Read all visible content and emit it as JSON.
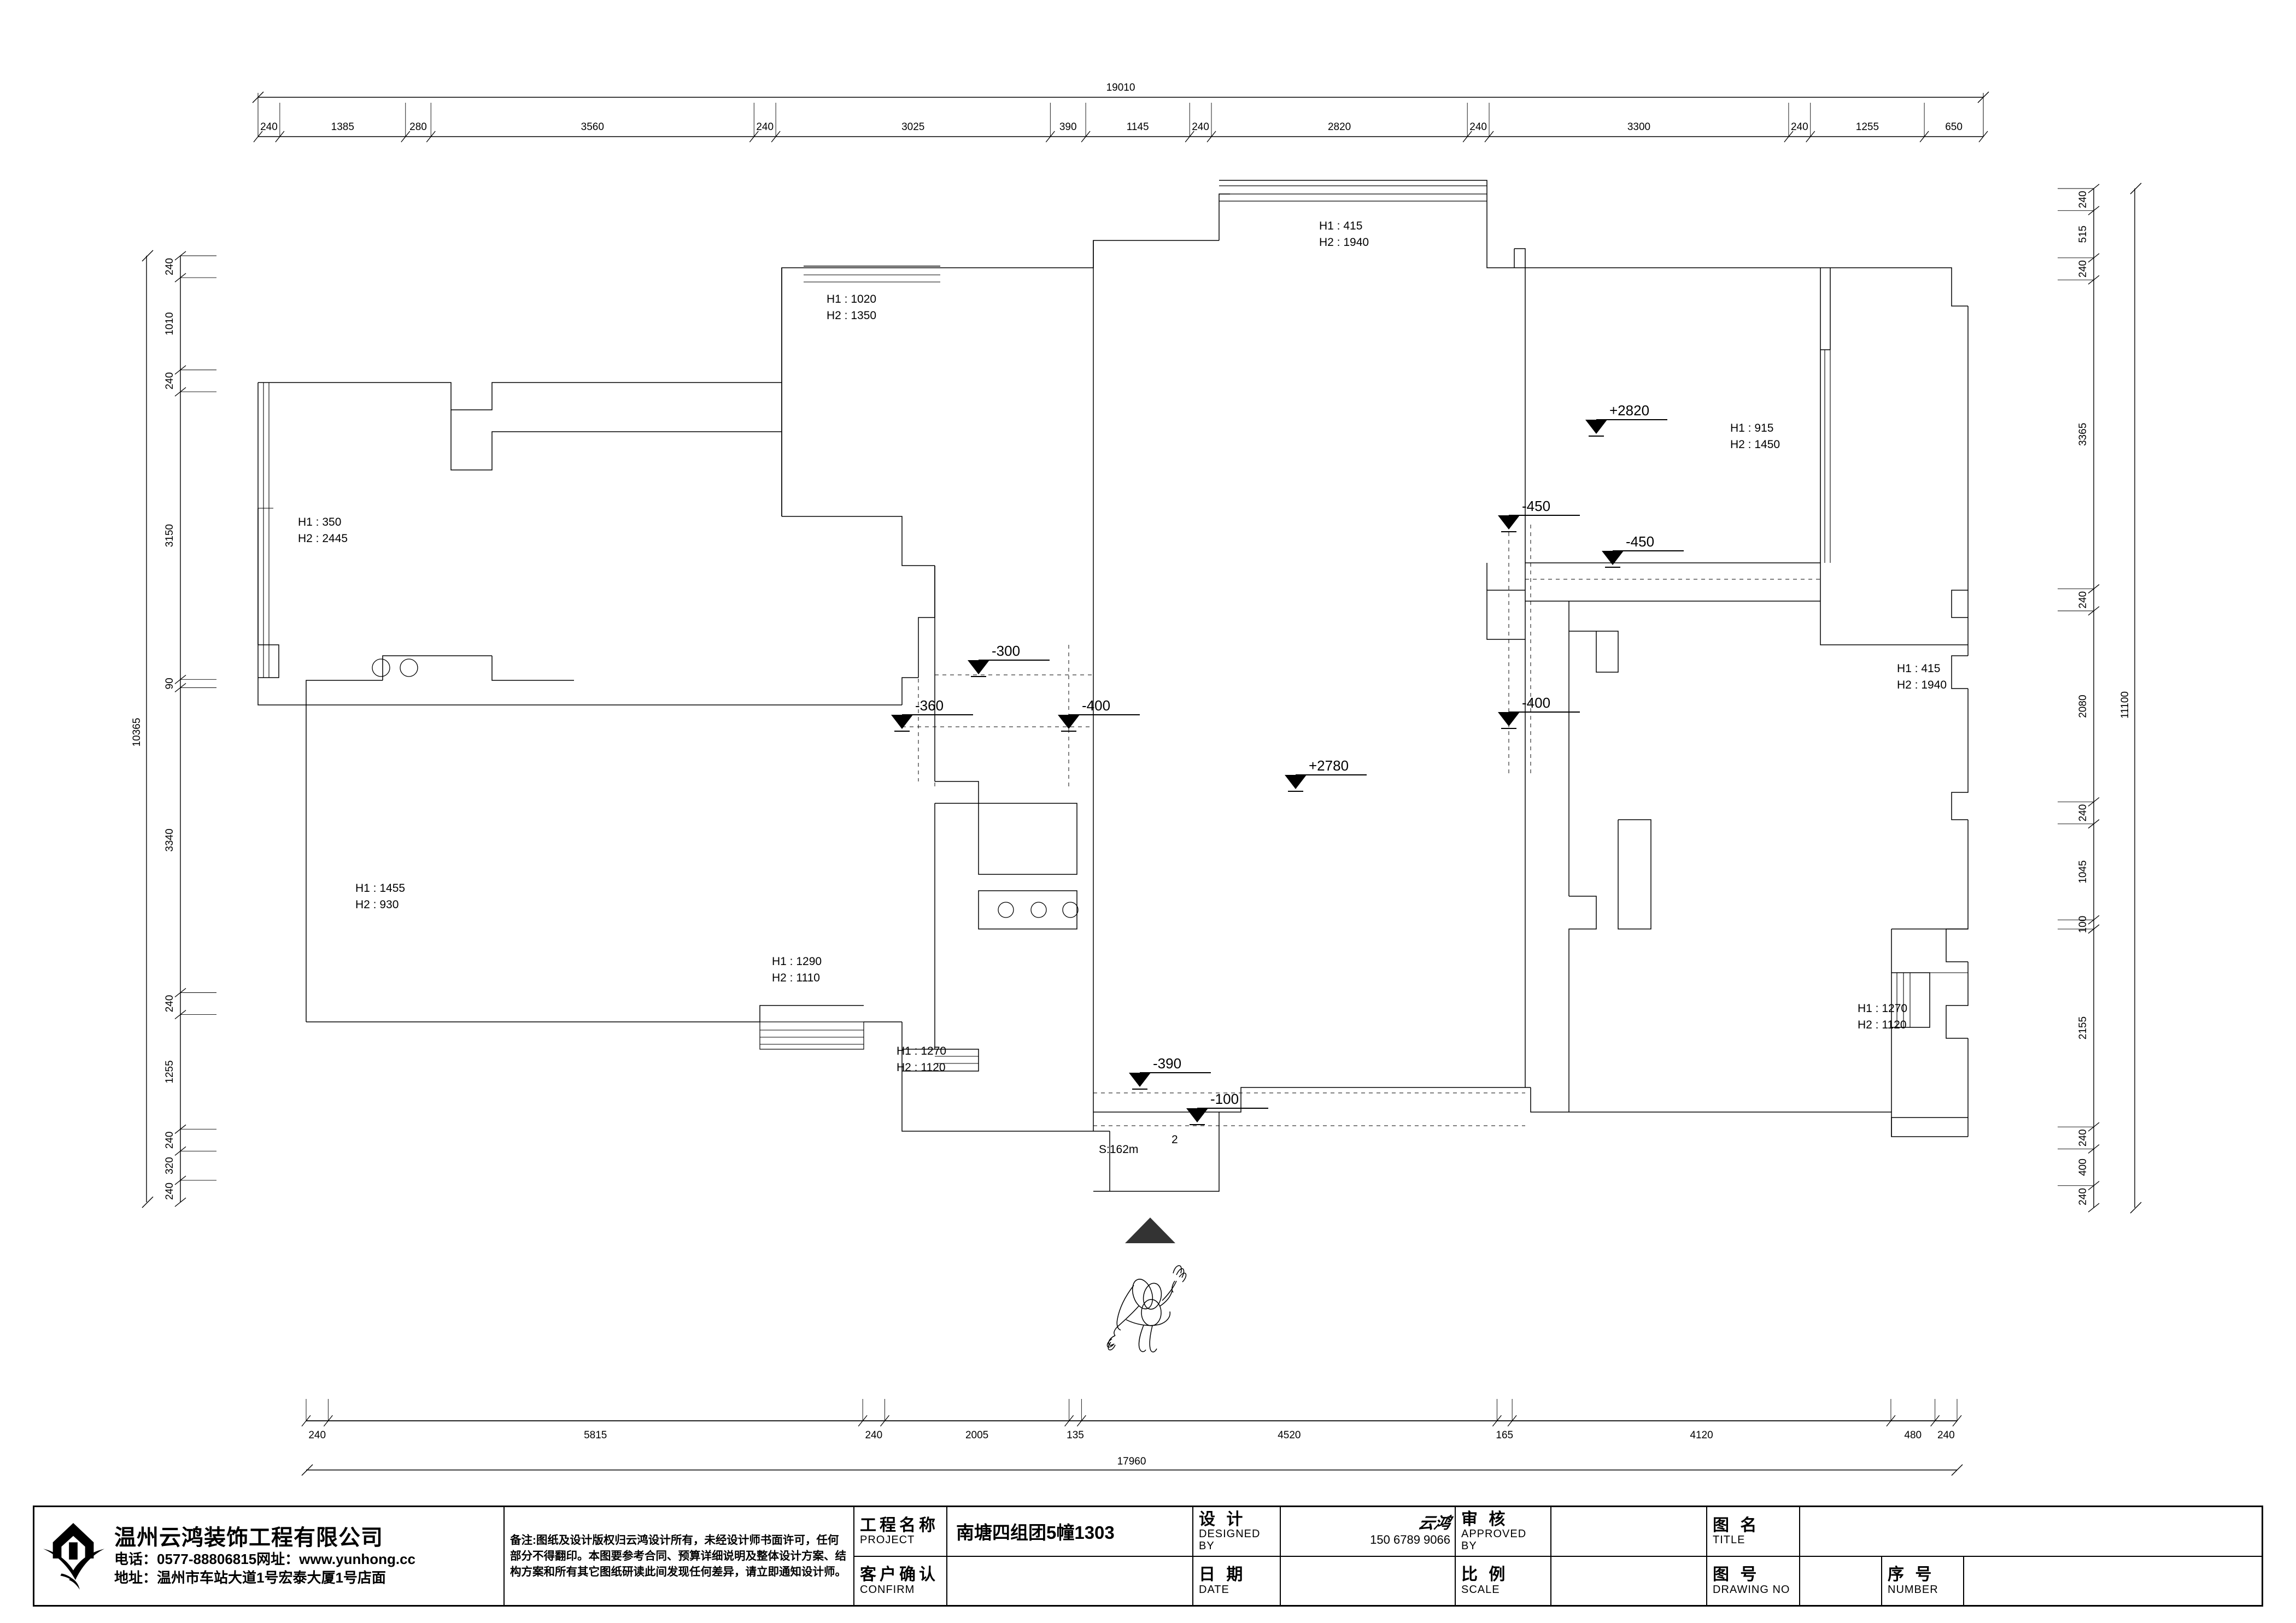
{
  "drawing": {
    "type": "architectural-floor-plan",
    "area_label": "S:162m",
    "area_sup": "2",
    "north_arrow": "north-arrow",
    "human_figure": "human-figure-scale"
  },
  "dimensions": {
    "top_overall": "19010",
    "top_chain": [
      "240",
      "1385",
      "280",
      "3560",
      "240",
      "3025",
      "390",
      "1145",
      "240",
      "2820",
      "240",
      "3300",
      "240",
      "1255",
      "650"
    ],
    "left_overall": "10365",
    "left_chain": [
      "240",
      "1010",
      "240",
      "3150",
      "90",
      "3340",
      "240",
      "1255",
      "240",
      "320",
      "240"
    ],
    "right_overall": "11100",
    "right_chain": [
      "240",
      "515",
      "240",
      "3365",
      "240",
      "2080",
      "240",
      "1045",
      "100",
      "2155",
      "240",
      "400",
      "240"
    ],
    "bottom_overall": "17960",
    "bottom_chain": [
      "240",
      "5815",
      "240",
      "2005",
      "135",
      "4520",
      "165",
      "4120",
      "480",
      "240"
    ]
  },
  "room_labels": [
    {
      "h1": "H1 : 350",
      "h2": "H2 : 2445"
    },
    {
      "h1": "H1 : 1020",
      "h2": "H2 : 1350"
    },
    {
      "h1": "H1 : 415",
      "h2": "H2 : 1940"
    },
    {
      "h1": "H1 : 915",
      "h2": "H2 : 1450"
    },
    {
      "h1": "H1 : 415",
      "h2": "H2 : 1940"
    },
    {
      "h1": "H1 : 1455",
      "h2": "H2 : 930"
    },
    {
      "h1": "H1 : 1290",
      "h2": "H2 : 1110"
    },
    {
      "h1": "H1 : 1270",
      "h2": "H2 : 1120"
    },
    {
      "h1": "H1 : 1270",
      "h2": "H2 : 1120"
    }
  ],
  "elevation_markers": [
    {
      "value": "-300"
    },
    {
      "value": "-360"
    },
    {
      "value": "-400"
    },
    {
      "value": "+2780"
    },
    {
      "value": "+2820"
    },
    {
      "value": "-450"
    },
    {
      "value": "-450"
    },
    {
      "value": "-400"
    },
    {
      "value": "-390"
    },
    {
      "value": "-100"
    }
  ],
  "titleblock": {
    "company_name": "温州云鸿装饰工程有限公司",
    "company_tel": "电话：0577-88806815网址：www.yunhong.cc",
    "company_addr": "地址：温州市车站大道1号宏泰大厦1号店面",
    "notes": "备注:图纸及设计版权归云鸿设计所有，未经设计师书面许可，任何部分不得翻印。本图要参考合同、预算详细说明及整体设计方案、结构方案和所有其它图纸研读此间发现任何差异，请立即通知设计师。",
    "fields": {
      "project_cn": "工程名称",
      "project_en": "PROJECT",
      "project_value": "南塘四组团5幢1303",
      "confirm_cn": "客户确认",
      "confirm_en": "CONFIRM",
      "confirm_value": "",
      "designed_cn": "设 计",
      "designed_en": "DESIGNED BY",
      "designed_signature": "云鸿",
      "designed_phone": "150 6789 9066",
      "date_cn": "日 期",
      "date_en": "DATE",
      "date_value": "",
      "approved_cn": "审 核",
      "approved_en": "APPROVED BY",
      "approved_value": "",
      "scale_cn": "比 例",
      "scale_en": "SCALE",
      "scale_value": "",
      "title_cn": "图 名",
      "title_en": "TITLE",
      "title_value": "",
      "drawingno_cn": "图 号",
      "drawingno_en": "DRAWING NO",
      "drawingno_value": "",
      "number_cn": "序 号",
      "number_en": "NUMBER",
      "number_value": ""
    }
  }
}
